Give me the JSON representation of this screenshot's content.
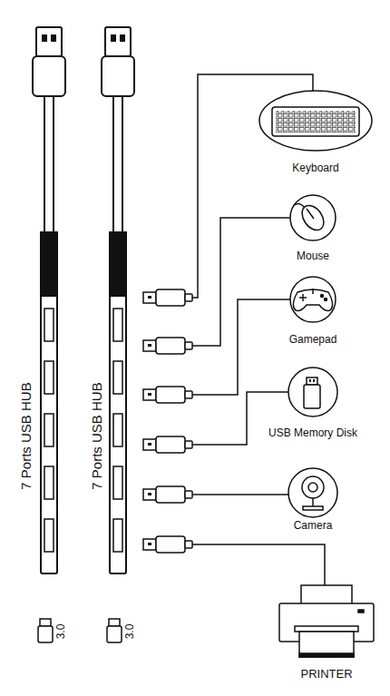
{
  "diagram": {
    "nodes": [
      {
        "text": [
          "7 Ports USB HUB"
        ]
      },
      {
        "text": [
          "7 Ports USB HUB"
        ]
      },
      {
        "text": [
          "Keyboard"
        ]
      },
      {
        "text": [
          "Mouse"
        ]
      },
      {
        "text": [
          "Gamepad"
        ]
      },
      {
        "text": [
          "USB Memory Disk"
        ]
      },
      {
        "text": [
          "Camera"
        ]
      },
      {
        "text": [
          "PRINTER"
        ]
      }
    ],
    "labels": [
      "3.0",
      "3.0"
    ]
  }
}
